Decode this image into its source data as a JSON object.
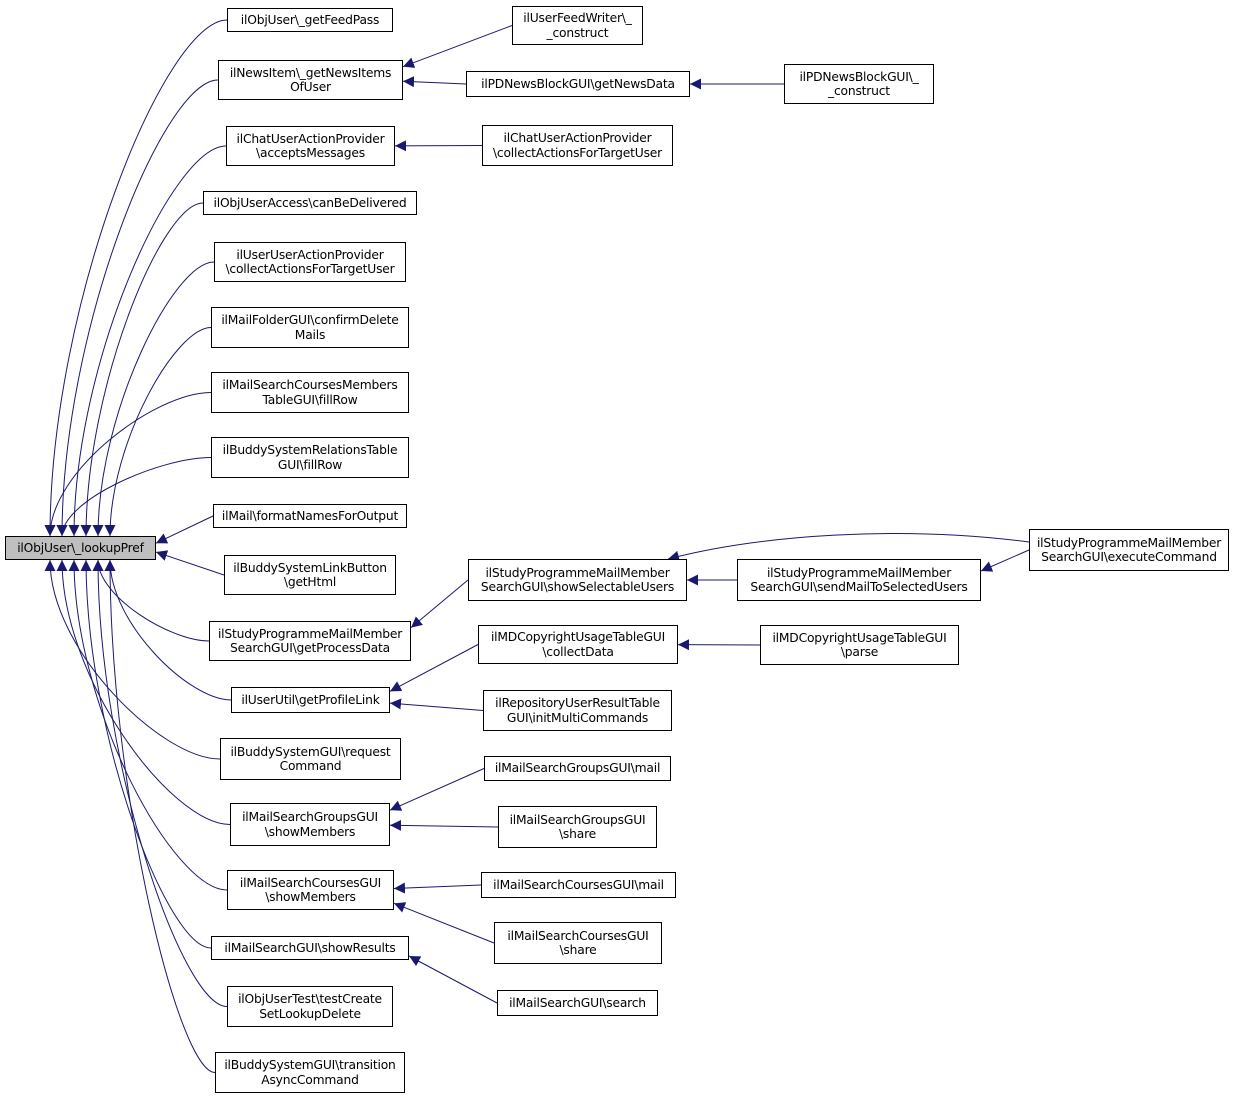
{
  "colors": {
    "edge": "#191970",
    "border": "#000000",
    "root_fill": "#bfbfbf",
    "node_fill": "#ffffff"
  },
  "nodes": {
    "root": {
      "lines": [
        "ilObjUser\\_lookupPref"
      ]
    },
    "getFeedPass": {
      "lines": [
        "ilObjUser\\_getFeedPass"
      ]
    },
    "getNewsItemsOfUser": {
      "lines": [
        "ilNewsItem\\_getNewsItems",
        "OfUser"
      ]
    },
    "acceptsMessages": {
      "lines": [
        "ilChatUserActionProvider",
        "\\acceptsMessages"
      ]
    },
    "canBeDelivered": {
      "lines": [
        "ilObjUserAccess\\canBeDelivered"
      ]
    },
    "userCollectActions": {
      "lines": [
        "ilUserUserActionProvider",
        "\\collectActionsForTargetUser"
      ]
    },
    "confirmDeleteMails": {
      "lines": [
        "ilMailFolderGUI\\confirmDelete",
        "Mails"
      ]
    },
    "coursesMembersFillRow": {
      "lines": [
        "ilMailSearchCoursesMembers",
        "TableGUI\\fillRow"
      ]
    },
    "buddyRelationsFillRow": {
      "lines": [
        "ilBuddySystemRelationsTable",
        "GUI\\fillRow"
      ]
    },
    "formatNames": {
      "lines": [
        "ilMail\\formatNamesForOutput"
      ]
    },
    "buddyGetHtml": {
      "lines": [
        "ilBuddySystemLinkButton",
        "\\getHtml"
      ]
    },
    "getProcessData": {
      "lines": [
        "ilStudyProgrammeMailMember",
        "SearchGUI\\getProcessData"
      ]
    },
    "getProfileLink": {
      "lines": [
        "ilUserUtil\\getProfileLink"
      ]
    },
    "requestCommand": {
      "lines": [
        "ilBuddySystemGUI\\request",
        "Command"
      ]
    },
    "groupsShowMembers": {
      "lines": [
        "ilMailSearchGroupsGUI",
        "\\showMembers"
      ]
    },
    "coursesShowMembers": {
      "lines": [
        "ilMailSearchCoursesGUI",
        "\\showMembers"
      ]
    },
    "showResults": {
      "lines": [
        "ilMailSearchGUI\\showResults"
      ]
    },
    "testCreate": {
      "lines": [
        "ilObjUserTest\\testCreate",
        "SetLookupDelete"
      ]
    },
    "transitionAsync": {
      "lines": [
        "ilBuddySystemGUI\\transition",
        "AsyncCommand"
      ]
    },
    "feedWriterConstruct": {
      "lines": [
        "ilUserFeedWriter\\_",
        "_construct"
      ]
    },
    "getNewsData": {
      "lines": [
        "ilPDNewsBlockGUI\\getNewsData"
      ]
    },
    "newsBlockConstruct": {
      "lines": [
        "ilPDNewsBlockGUI\\_",
        "_construct"
      ]
    },
    "chatCollectActions": {
      "lines": [
        "ilChatUserActionProvider",
        "\\collectActionsForTargetUser"
      ]
    },
    "showSelectableUsers": {
      "lines": [
        "ilStudyProgrammeMailMember",
        "SearchGUI\\showSelectableUsers"
      ]
    },
    "sendMailToSelected": {
      "lines": [
        "ilStudyProgrammeMailMember",
        "SearchGUI\\sendMailToSelectedUsers"
      ]
    },
    "executeCommand": {
      "lines": [
        "ilStudyProgrammeMailMember",
        "SearchGUI\\executeCommand"
      ]
    },
    "mdCollectData": {
      "lines": [
        "ilMDCopyrightUsageTableGUI",
        "\\collectData"
      ]
    },
    "mdParse": {
      "lines": [
        "ilMDCopyrightUsageTableGUI",
        "\\parse"
      ]
    },
    "initMultiCommands": {
      "lines": [
        "ilRepositoryUserResultTable",
        "GUI\\initMultiCommands"
      ]
    },
    "groupsMail": {
      "lines": [
        "ilMailSearchGroupsGUI\\mail"
      ]
    },
    "groupsShare": {
      "lines": [
        "ilMailSearchGroupsGUI",
        "\\share"
      ]
    },
    "coursesMail": {
      "lines": [
        "ilMailSearchCoursesGUI\\mail"
      ]
    },
    "coursesShare": {
      "lines": [
        "ilMailSearchCoursesGUI",
        "\\share"
      ]
    },
    "search": {
      "lines": [
        "ilMailSearchGUI\\search"
      ]
    }
  },
  "edges": [
    [
      "getFeedPass",
      "root"
    ],
    [
      "getNewsItemsOfUser",
      "root"
    ],
    [
      "acceptsMessages",
      "root"
    ],
    [
      "canBeDelivered",
      "root"
    ],
    [
      "userCollectActions",
      "root"
    ],
    [
      "confirmDeleteMails",
      "root"
    ],
    [
      "coursesMembersFillRow",
      "root"
    ],
    [
      "buddyRelationsFillRow",
      "root"
    ],
    [
      "formatNames",
      "root"
    ],
    [
      "buddyGetHtml",
      "root"
    ],
    [
      "getProcessData",
      "root"
    ],
    [
      "getProfileLink",
      "root"
    ],
    [
      "requestCommand",
      "root"
    ],
    [
      "groupsShowMembers",
      "root"
    ],
    [
      "coursesShowMembers",
      "root"
    ],
    [
      "showResults",
      "root"
    ],
    [
      "testCreate",
      "root"
    ],
    [
      "transitionAsync",
      "root"
    ],
    [
      "feedWriterConstruct",
      "getNewsItemsOfUser"
    ],
    [
      "getNewsData",
      "getNewsItemsOfUser"
    ],
    [
      "newsBlockConstruct",
      "getNewsData"
    ],
    [
      "chatCollectActions",
      "acceptsMessages"
    ],
    [
      "showSelectableUsers",
      "getProcessData"
    ],
    [
      "sendMailToSelected",
      "showSelectableUsers"
    ],
    [
      "executeCommand",
      "showSelectableUsers"
    ],
    [
      "executeCommand",
      "sendMailToSelected"
    ],
    [
      "mdCollectData",
      "getProfileLink"
    ],
    [
      "initMultiCommands",
      "getProfileLink"
    ],
    [
      "mdParse",
      "mdCollectData"
    ],
    [
      "groupsMail",
      "groupsShowMembers"
    ],
    [
      "groupsShare",
      "groupsShowMembers"
    ],
    [
      "coursesMail",
      "coursesShowMembers"
    ],
    [
      "coursesShare",
      "coursesShowMembers"
    ],
    [
      "search",
      "showResults"
    ]
  ]
}
